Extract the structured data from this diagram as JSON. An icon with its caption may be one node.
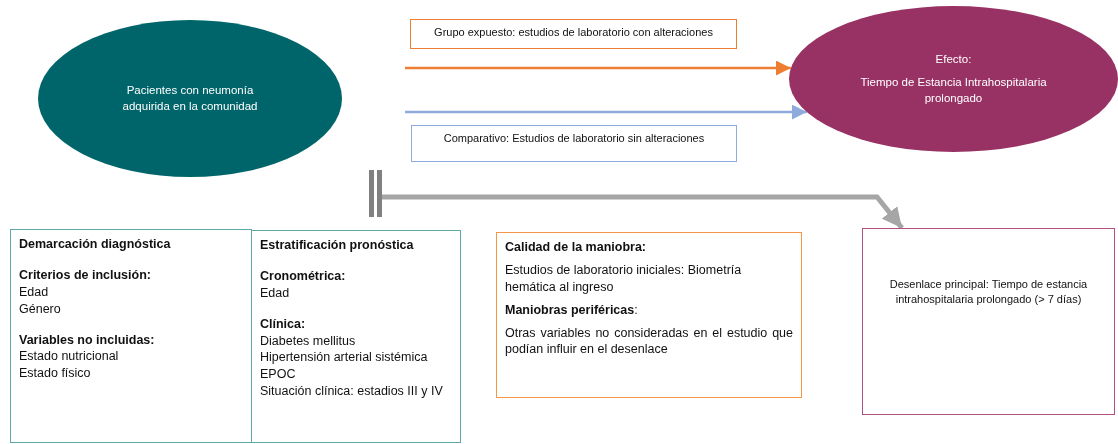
{
  "diagram": {
    "nodes": [
      {
        "text": [
          "Pacientes con neumonía adquirida en la comunidad"
        ]
      },
      {
        "text": [
          "Grupo expuesto: estudios de laboratorio con alteraciones"
        ]
      },
      {
        "text": [
          "Comparativo: Estudios de laboratorio sin alteraciones"
        ]
      },
      {
        "text": [
          "Efecto:",
          "Tiempo de Estancia Intrahospitalaria prolongado"
        ]
      },
      {
        "text": [],
        "shape": "bar"
      },
      {
        "text": [
          "Demarcación diagnóstica",
          "Criterios de inclusión:",
          "Edad",
          "Género",
          "Variables no incluidas:",
          "Estado nutricional",
          "Estado físico"
        ]
      },
      {
        "text": [
          "Estratificación pronóstica",
          "Cronométrica:",
          "Edad",
          "Clínica:",
          "Diabetes mellitus",
          "Hipertensión arterial sistémica",
          "EPOC",
          "Situación clínica: estadios III y IV"
        ]
      },
      {
        "text": [
          "Calidad de la maniobra:",
          "Estudios de laboratorio iniciales: Biometría hemática al ingreso",
          "**Maniobras periféricas**:",
          "Otras variables no consideradas en el estudio que podían influir en el desenlace"
        ]
      },
      {
        "text": [
          "Desenlace principal: Tiempo de estancia intrahospitalaria prolongado (> 7 días)"
        ]
      }
    ],
    "edges": [
      {
        "from": null,
        "to": 3,
        "arrow": "to",
        "color": "#ed7d31"
      },
      {
        "from": null,
        "to": 3,
        "arrow": "to",
        "color": "#8faadc"
      },
      {
        "from": 4,
        "to": 8,
        "arrow": "to",
        "style": "thick",
        "color": "#a6a6a6"
      }
    ]
  }
}
